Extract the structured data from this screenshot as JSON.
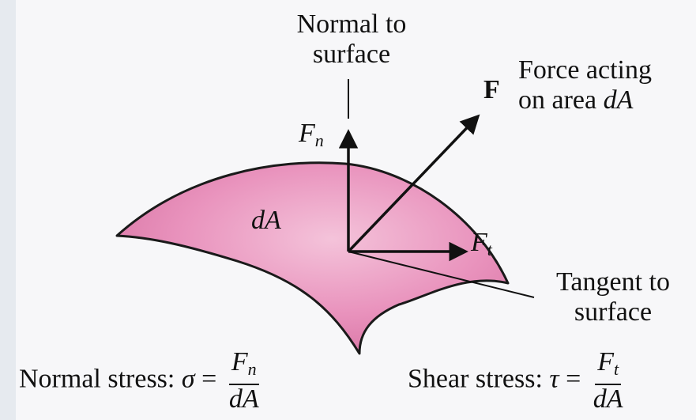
{
  "labels": {
    "normal_line1": "Normal to",
    "normal_line2": "surface",
    "force_symbol": "F",
    "force_line1": "Force acting",
    "force_line2_prefix": "on area ",
    "force_line2_var": "dA",
    "fn_main": "F",
    "fn_sub": "n",
    "ft_main": "F",
    "ft_sub": "t",
    "area": "dA",
    "tangent_line1": "Tangent to",
    "tangent_line2": "surface"
  },
  "equations": {
    "normal": {
      "prefix": "Normal stress: ",
      "symbol": "σ",
      "equals": " = ",
      "num_main": "F",
      "num_sub": "n",
      "den": "dA"
    },
    "shear": {
      "prefix": "Shear stress: ",
      "symbol": "τ",
      "equals": " = ",
      "num_main": "F",
      "num_sub": "t",
      "den": "dA"
    }
  },
  "colors": {
    "surface_fill": "#e993bd",
    "surface_stroke": "#1a1a1a",
    "line_color": "#111111"
  }
}
